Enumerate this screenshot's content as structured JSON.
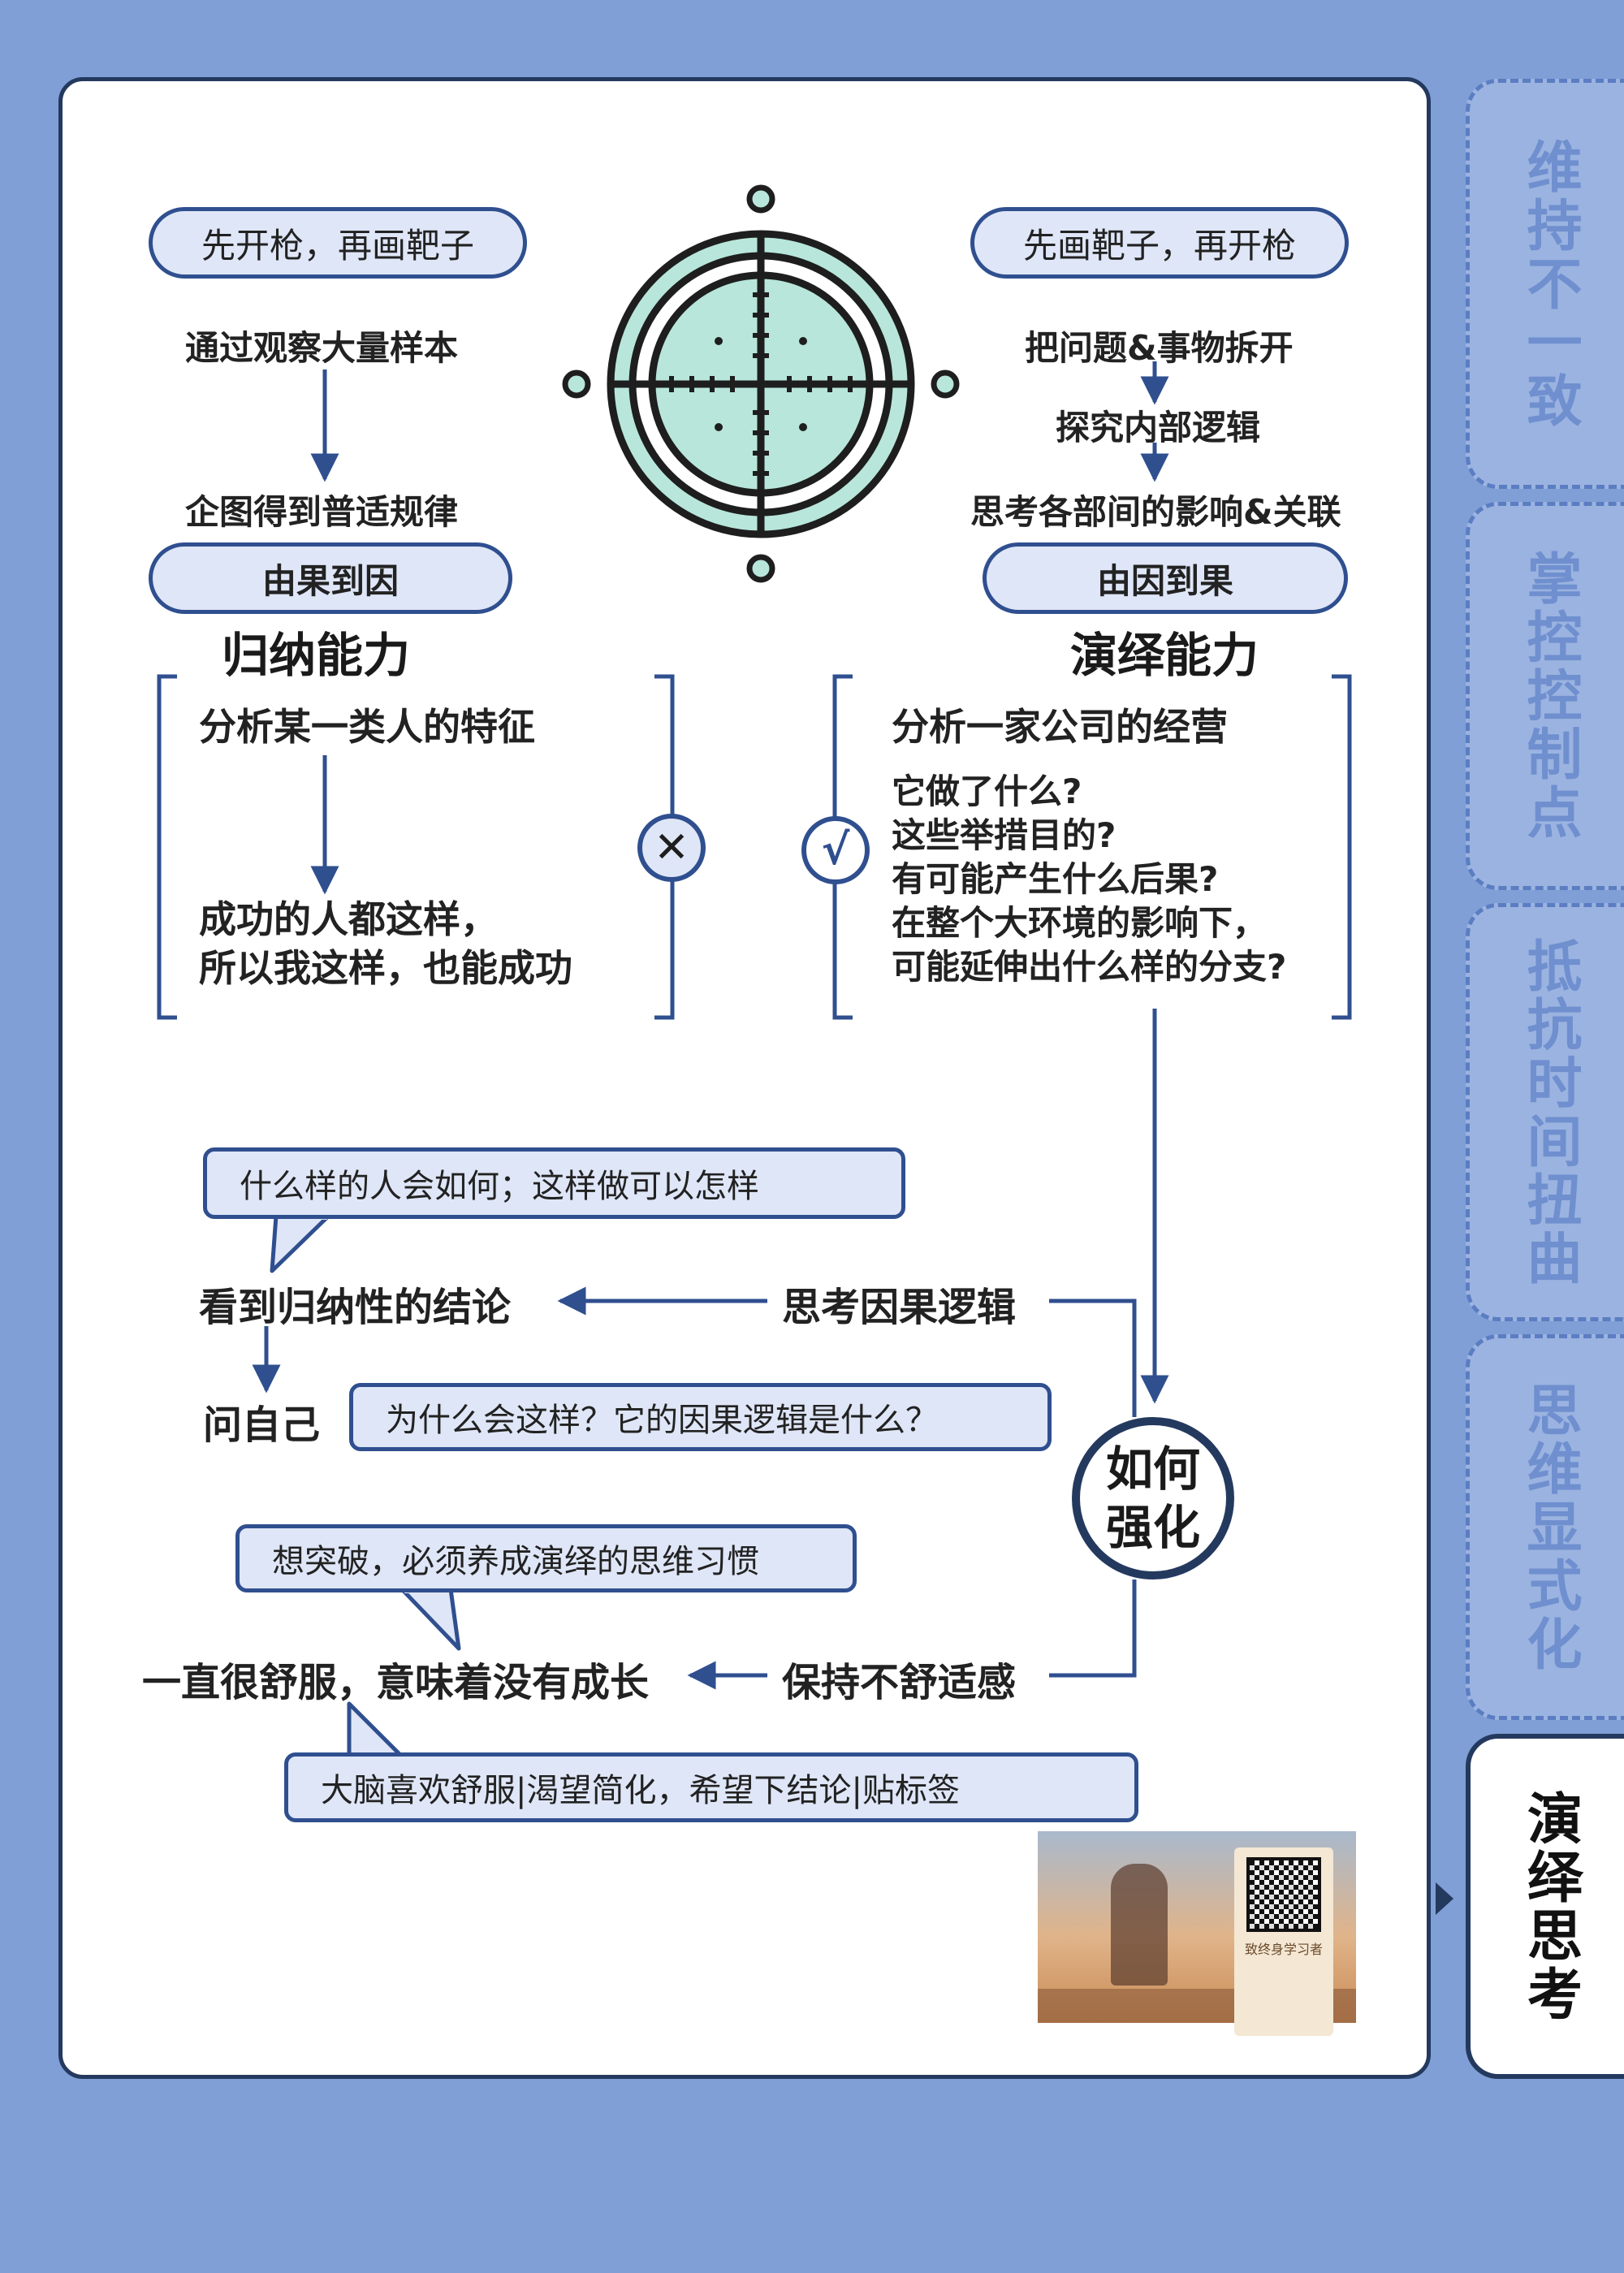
{
  "left_top": {
    "pill": "先开枪，再画靶子",
    "step1": "通过观察大量样本",
    "step2": "企图得到普适规律",
    "direction": "由果到因",
    "title": "归纳能力",
    "box_line1": "分析某一类人的特征",
    "box_line2": "成功的人都这样，",
    "box_line3": "所以我这样，也能成功"
  },
  "right_top": {
    "pill": "先画靶子，再开枪",
    "step1": "把问题&事物拆开",
    "step2": "探究内部逻辑",
    "step3": "思考各部间的影响&关联",
    "direction": "由因到果",
    "title": "演绎能力",
    "box_title": "分析一家公司的经营",
    "q1": "它做了什么?",
    "q2": "这些举措目的?",
    "q3": "有可能产生什么后果?",
    "q4": "在整个大环境的影响下，",
    "q5": "可能延伸出什么样的分支?"
  },
  "marks": {
    "wrong": "✕",
    "right": "√"
  },
  "bottom": {
    "bubble1": "什么样的人会如何；这样做可以怎样",
    "see_conclusion": "看到归纳性的结论",
    "think_causal": "思考因果逻辑",
    "ask_self": "问自己",
    "bubble2": "为什么会这样？它的因果逻辑是什么？",
    "strengthen_line1": "如何",
    "strengthen_line2": "强化",
    "bubble3": "想突破，必须养成演绎的思维习惯",
    "comfortable": "一直很舒服，意味着没有成长",
    "keep_uncomfortable": "保持不舒适感",
    "bubble4": "大脑喜欢舒服|渴望简化，希望下结论|贴标签"
  },
  "ad": {
    "caption": "致终身学习者"
  },
  "tabs": [
    {
      "label": "维持不一致",
      "active": false
    },
    {
      "label": "掌控控制点",
      "active": false
    },
    {
      "label": "抵抗时间扭曲",
      "active": false
    },
    {
      "label": "思维显式化",
      "active": false
    },
    {
      "label": "演绎思考",
      "active": true
    }
  ],
  "colors": {
    "background": "#7f9fd6",
    "accent": "#2f4f8f",
    "pill_fill": "#dfe6f7",
    "target_fill": "#b8e6da"
  }
}
